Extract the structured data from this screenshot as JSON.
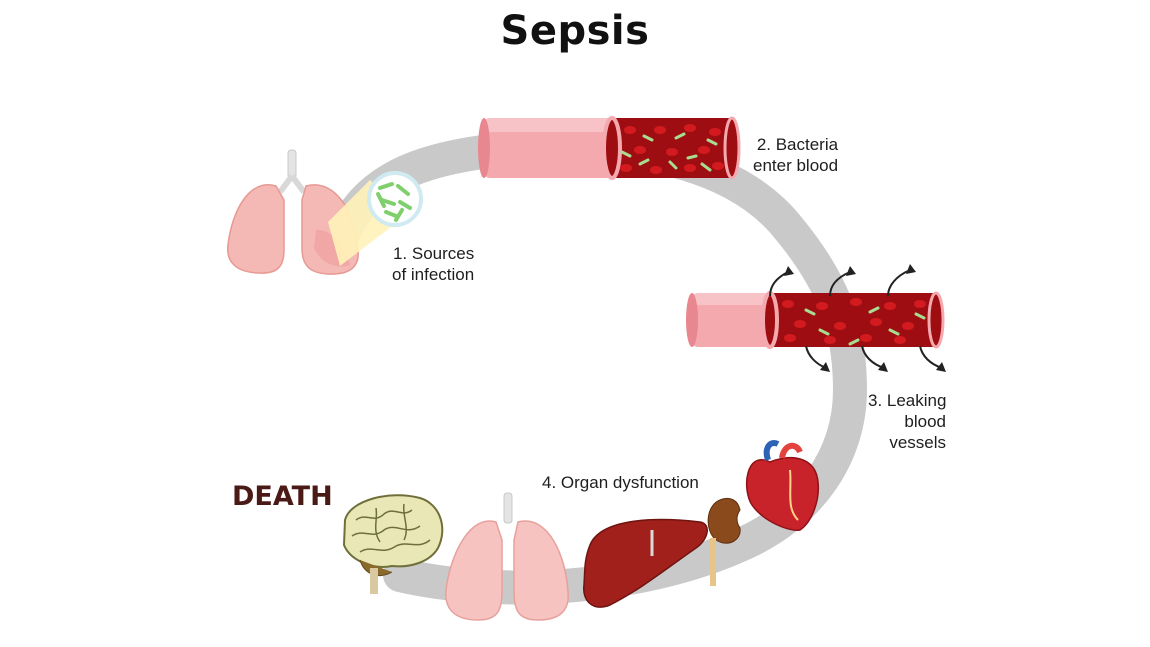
{
  "title": "Sepsis",
  "steps": [
    {
      "lines": [
        "1. Sources",
        "of infection"
      ]
    },
    {
      "lines": [
        "2. Bacteria",
        "enter blood"
      ]
    },
    {
      "lines": [
        "3. Leaking",
        "blood",
        "vessels"
      ]
    },
    {
      "lines": [
        "4. Organ dysfunction"
      ]
    }
  ],
  "outcome": "DEATH",
  "organs": [
    "lungs-icon",
    "brain-icon",
    "liver-icon",
    "kidney-icon",
    "heart-icon"
  ],
  "colors": {
    "title": "#111111",
    "label": "#1e1e1e",
    "death": "#4a1a17",
    "path": "#c9c9c9",
    "vessel_wall": "#f3a7ae",
    "blood": "#9e0d12",
    "red_cell": "#d21a1f",
    "bacteria": "#9fd68b",
    "lung": "#f7c3c0",
    "liver": "#a2201c",
    "brain": "#e9e7b6"
  }
}
